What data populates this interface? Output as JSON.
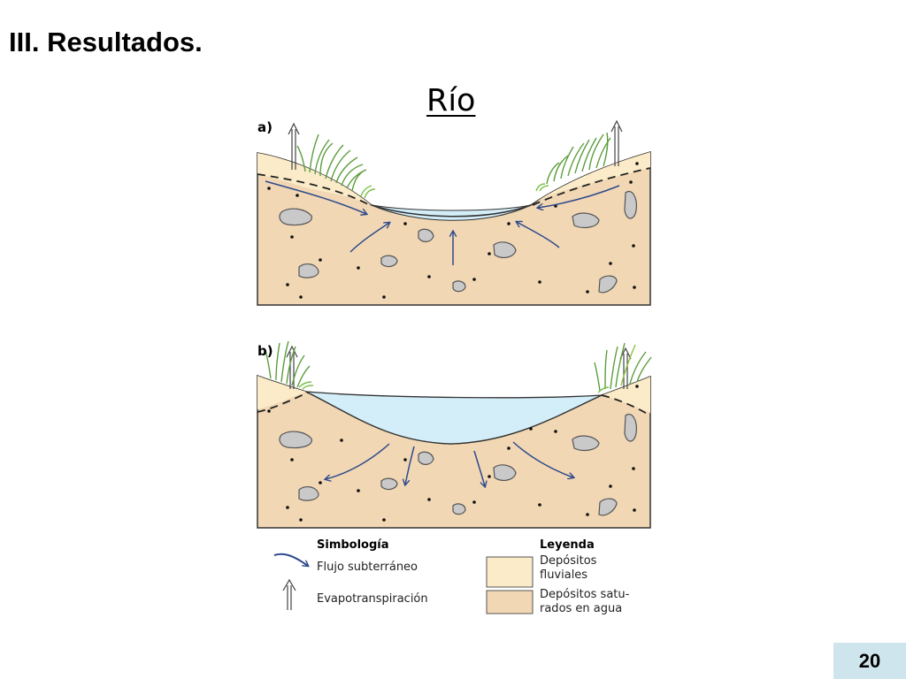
{
  "slide": {
    "title": "III. Resultados.",
    "page_number": "20"
  },
  "diagram": {
    "title": "Río",
    "panel_a_label": "a)",
    "panel_b_label": "b)",
    "symbology_title": "Simbología",
    "symbol_flow": "Flujo subterráneo",
    "symbol_evapo": "Evapotranspiración",
    "legend_title": "Leyenda",
    "legend_fluvial_line1": "Depósitos",
    "legend_fluvial_line2": "fluviales",
    "legend_saturated_line1": "Depósitos satu-",
    "legend_saturated_line2": "rados en agua"
  },
  "colors": {
    "saturated_deposits": "#f1d7b4",
    "fluvial_deposits": "#fbebc8",
    "water": "#d3eef8",
    "flow_arrow": "#2e4a8c",
    "rock": "#c9c9c9",
    "grass": "#5b9e3c",
    "page_box": "#cfe5ee"
  }
}
